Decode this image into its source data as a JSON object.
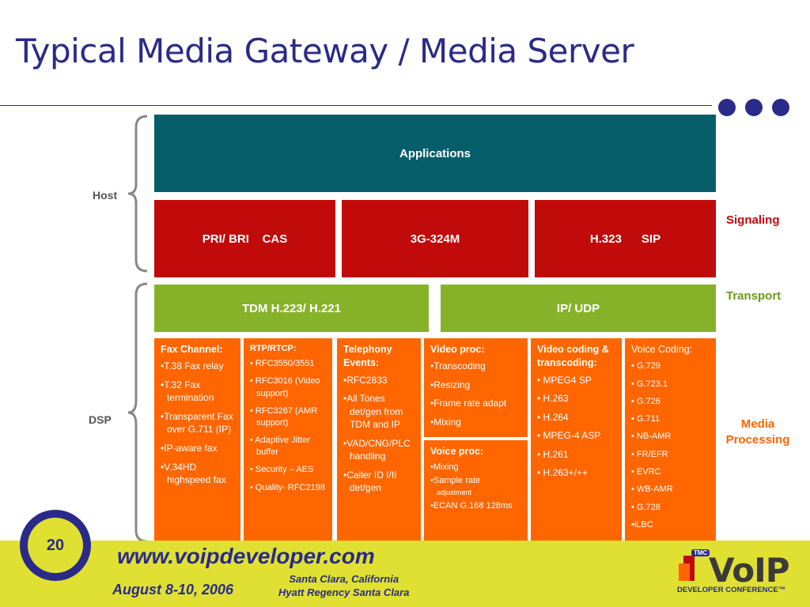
{
  "slide": {
    "title": "Typical Media Gateway / Media Server",
    "page_number": "20"
  },
  "left_labels": {
    "host": "Host",
    "dsp": "DSP"
  },
  "right_labels": {
    "signaling": "Signaling",
    "transport": "Transport",
    "media_processing": "Media Processing"
  },
  "colors": {
    "title": "#2a2a8a",
    "applications": "#075e6b",
    "signaling": "#c10a0a",
    "transport": "#86b22a",
    "media": "#ff6600",
    "footer": "#e0e032"
  },
  "layers": {
    "applications": "Applications",
    "signaling": [
      "PRI/ BRI    CAS",
      "3G-324M",
      "H.323      SIP"
    ],
    "transport": [
      "TDM H.223/ H.221",
      "IP/ UDP"
    ]
  },
  "media": {
    "fax": {
      "heading": "Fax Channel:",
      "items": [
        "•T.38 Fax relay",
        "•T.32 Fax termination",
        "•Transparent Fax over G.711 (IP)",
        "•IP-aware fax",
        "•V.34HD highspeed fax"
      ]
    },
    "rtp": {
      "heading": "RTP/RTCP:",
      "items": [
        "• RFC3550/3551",
        "• RFC3016 (Video support)",
        "• RFC3267 (AMR support)",
        "• Adaptive Jitter buffer",
        "• Security – AES",
        "• Quality- RFC2198"
      ]
    },
    "telephony": {
      "heading": "Telephony Events:",
      "items": [
        "•RFC2833",
        "•All Tones det/gen from TDM and IP",
        "•VAD/CNG/PLC handling",
        "•Caller ID I/II det/gen"
      ]
    },
    "video_proc": {
      "heading": "Video proc:",
      "items": [
        "•Transcoding",
        "•Resizing",
        "•Frame rate adapt",
        "•Mixing"
      ]
    },
    "voice_proc": {
      "heading": "Voice proc:",
      "items": [
        "•Mixing",
        "•Sample rate",
        "adjustment",
        "•ECAN G.168 128ms"
      ]
    },
    "video_coding": {
      "heading": "Video coding & transcoding:",
      "items": [
        "• MPEG4 SP",
        "• H.263",
        "• H.264",
        "• MPEG-4 ASP",
        "• H.261",
        "• H.263+/++"
      ]
    },
    "voice_coding": {
      "heading": "Voice Coding:",
      "items": [
        "• G.729",
        "• G.723.1",
        "• G.726",
        "• G.711",
        "• NB-AMR",
        "• FR/EFR",
        "• EVRC",
        "• WB-AMR",
        "• G.728",
        "•iLBC"
      ]
    }
  },
  "footer": {
    "url": "www.voipdeveloper.com",
    "date": "August 8-10, 2006",
    "location_line1": "Santa Clara, California",
    "location_line2": "Hyatt Regency Santa Clara",
    "logo_text": "VoIP",
    "logo_badge": "TMC",
    "logo_subtitle": "DEVELOPER CONFERENCE™"
  }
}
